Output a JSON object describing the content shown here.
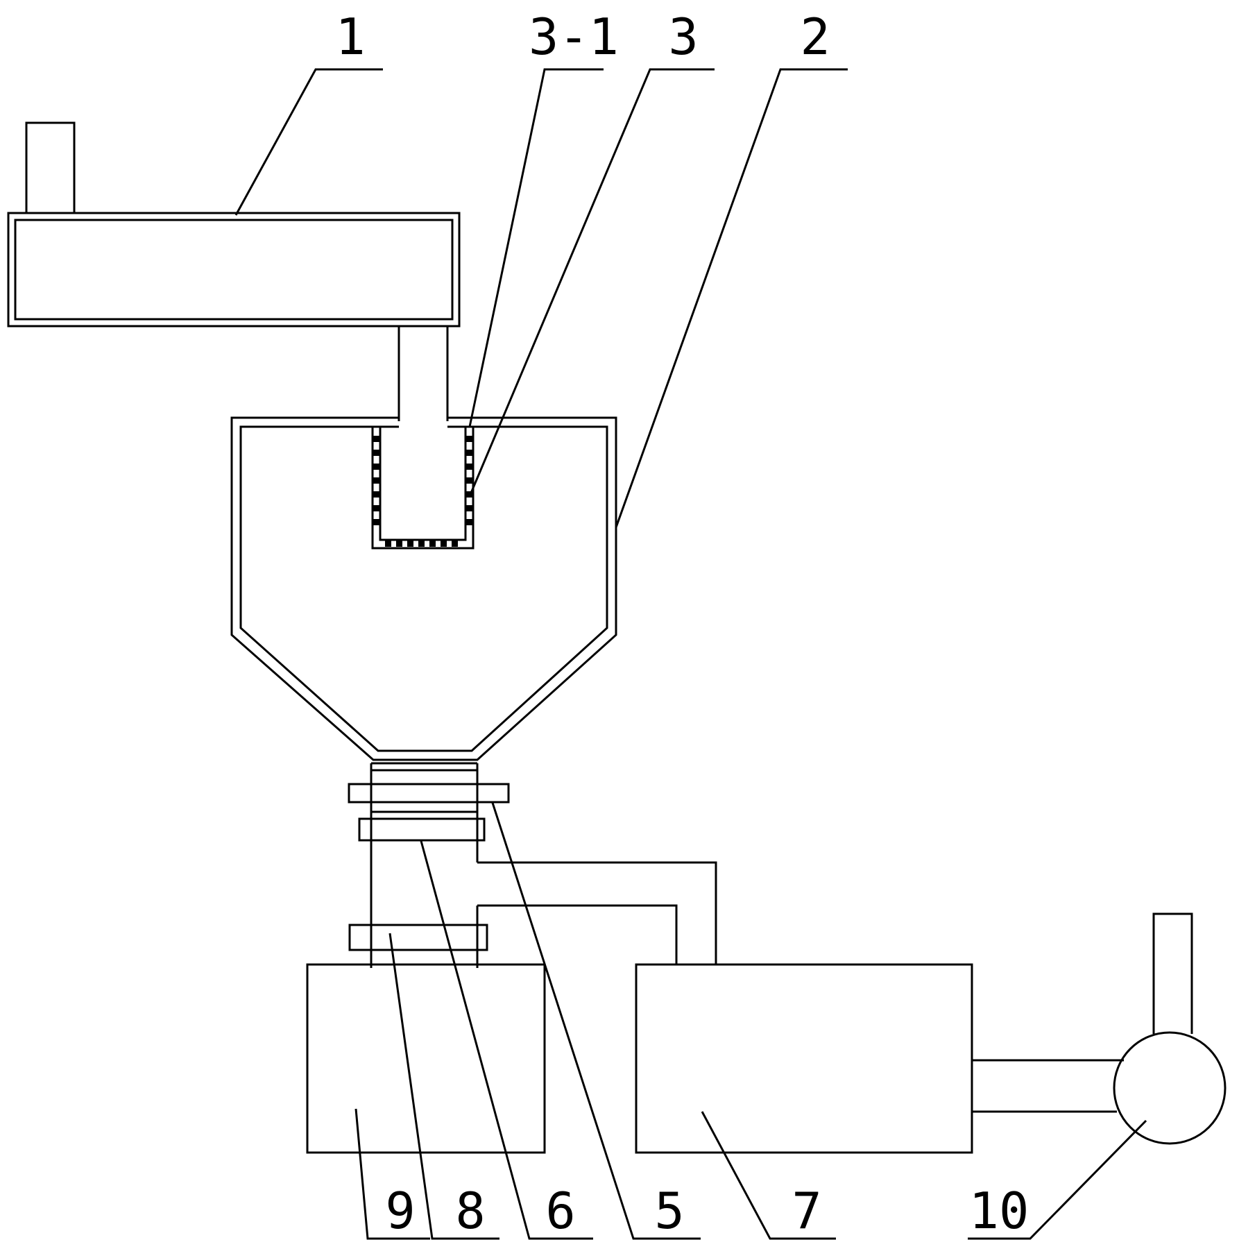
{
  "labels": {
    "l1": "1",
    "l3_1": "3-1",
    "l3": "3",
    "l2": "2",
    "l9": "9",
    "l8": "8",
    "l6": "6",
    "l5": "5",
    "l7": "7",
    "l10": "10"
  }
}
